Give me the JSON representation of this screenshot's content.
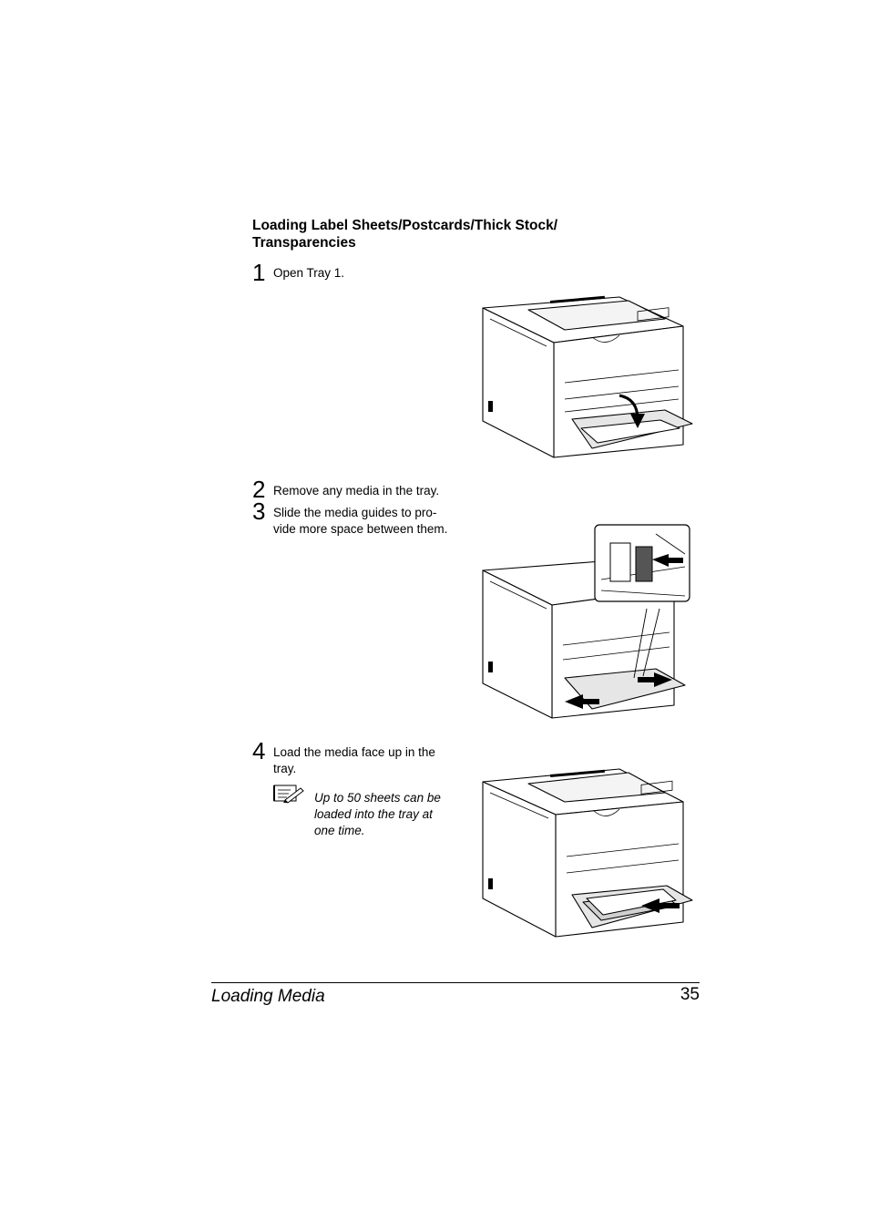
{
  "section": {
    "title": "Loading Label Sheets/Postcards/Thick Stock/ Transparencies",
    "title_line1": "Loading Label Sheets/Postcards/Thick Stock/",
    "title_line2": "Transparencies"
  },
  "steps": [
    {
      "number": "1",
      "text": "Open Tray 1."
    },
    {
      "number": "2",
      "text": "Remove any media in the tray."
    },
    {
      "number": "3",
      "text_line1": "Slide the media guides to pro-",
      "text_line2": "vide more space between them."
    },
    {
      "number": "4",
      "text_line1": "Load the media face up in the",
      "text_line2": "tray."
    }
  ],
  "note": {
    "icon": "note-pad-pencil-icon",
    "line1": "Up to 50 sheets can be",
    "line2": "loaded into the tray at",
    "line3": "one time."
  },
  "footer": {
    "chapter": "Loading Media",
    "page_number": "35"
  }
}
